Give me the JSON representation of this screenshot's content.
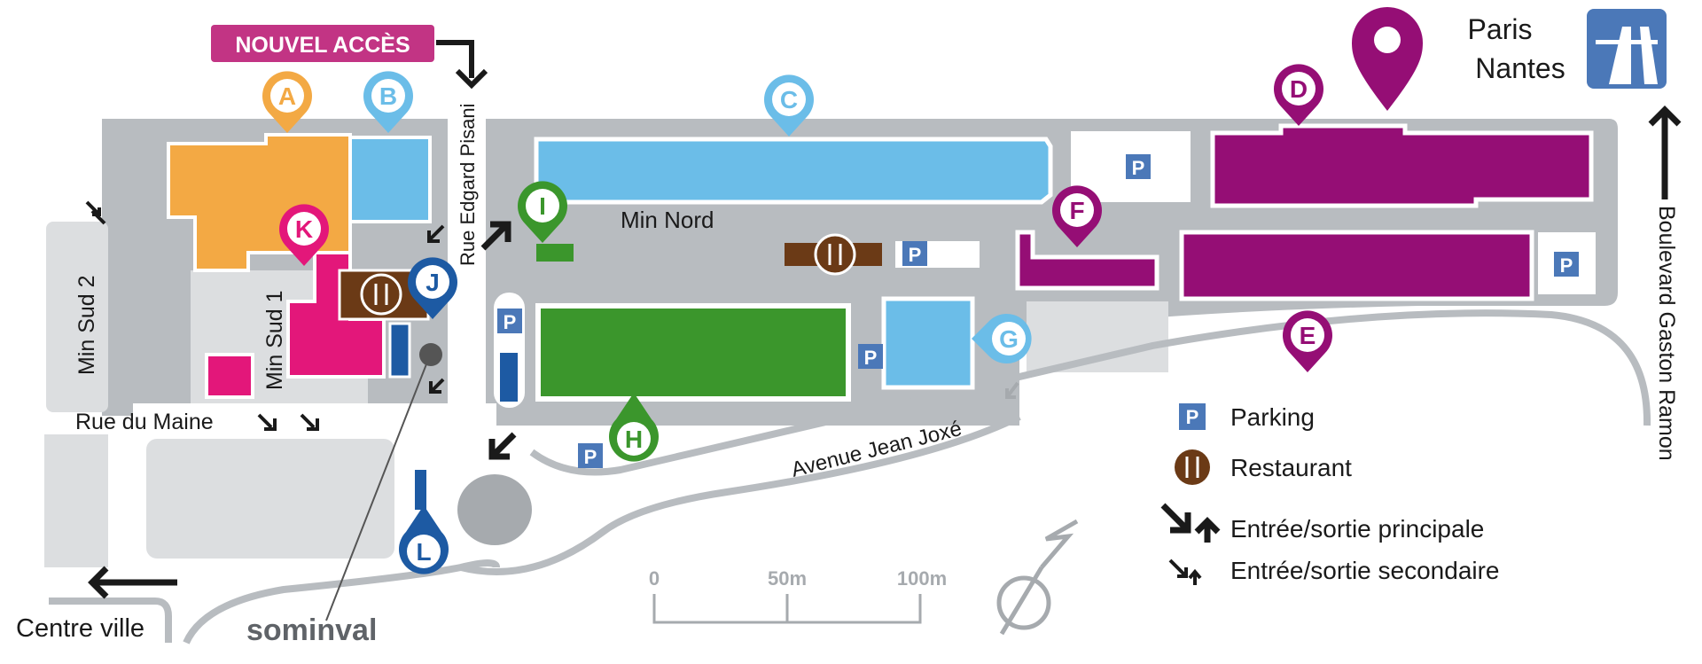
{
  "banner": {
    "new_access": "NOUVEL ACCÈS"
  },
  "destinations": {
    "line1": "Paris",
    "line2": "Nantes"
  },
  "roads": {
    "edgard_pisani": "Rue Edgard Pisani",
    "min_nord": "Min Nord",
    "min_sud_2": "Min Sud 2",
    "min_sud_1": "Min Sud 1",
    "rue_du_maine": "Rue du Maine",
    "jean_joxe": "Avenue Jean Joxé",
    "gaston_ramon": "Boulevard Gaston Ramon",
    "centre_ville": "Centre ville"
  },
  "markers": [
    {
      "letter": "A",
      "color": "#f3a944"
    },
    {
      "letter": "B",
      "color": "#6bbde8"
    },
    {
      "letter": "C",
      "color": "#6bbde8"
    },
    {
      "letter": "D",
      "color": "#950e75"
    },
    {
      "letter": "E",
      "color": "#950e75"
    },
    {
      "letter": "F",
      "color": "#950e75"
    },
    {
      "letter": "G",
      "color": "#6bbde8"
    },
    {
      "letter": "H",
      "color": "#3b962c"
    },
    {
      "letter": "I",
      "color": "#3b962c"
    },
    {
      "letter": "J",
      "color": "#1d5aa3"
    },
    {
      "letter": "K",
      "color": "#e3177a"
    },
    {
      "letter": "L",
      "color": "#1d5aa3"
    }
  ],
  "legend": {
    "parking": "Parking",
    "restaurant": "Restaurant",
    "main_entrance": "Entrée/sortie principale",
    "secondary_entrance": "Entrée/sortie secondaire",
    "parking_symbol": "P"
  },
  "scale": {
    "t0": "0",
    "t1": "50m",
    "t2": "100m"
  },
  "logo": {
    "text": "sominval"
  },
  "colors": {
    "orange": "#f3a944",
    "light_blue": "#6bbde8",
    "purple": "#950e75",
    "green": "#3b962c",
    "magenta": "#e3177a",
    "dark_blue": "#1d5aa3",
    "brown": "#6b3a16",
    "road_gray": "#b8bcc0",
    "area_gray": "#dcdee0",
    "parking_blue": "#4b78b8",
    "banner": "#c23484"
  }
}
